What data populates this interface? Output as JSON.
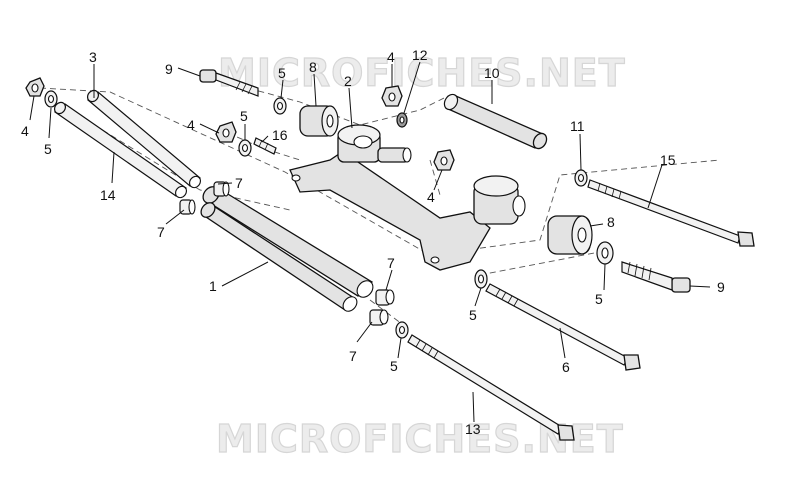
{
  "watermark": {
    "top": "MICROFICHES.NET",
    "bottom": "MICROFICHES.NET"
  },
  "callouts": [
    {
      "id": "c1",
      "label": "1"
    },
    {
      "id": "c2",
      "label": "2"
    },
    {
      "id": "c3",
      "label": "3"
    },
    {
      "id": "c4a",
      "label": "4"
    },
    {
      "id": "c4b",
      "label": "4"
    },
    {
      "id": "c4c",
      "label": "4"
    },
    {
      "id": "c4d",
      "label": "4"
    },
    {
      "id": "c5a",
      "label": "5"
    },
    {
      "id": "c5b",
      "label": "5"
    },
    {
      "id": "c5c",
      "label": "5"
    },
    {
      "id": "c5d",
      "label": "5"
    },
    {
      "id": "c5e",
      "label": "5"
    },
    {
      "id": "c5f",
      "label": "5"
    },
    {
      "id": "c6",
      "label": "6"
    },
    {
      "id": "c7a",
      "label": "7"
    },
    {
      "id": "c7b",
      "label": "7"
    },
    {
      "id": "c7c",
      "label": "7"
    },
    {
      "id": "c7d",
      "label": "7"
    },
    {
      "id": "c8a",
      "label": "8"
    },
    {
      "id": "c8b",
      "label": "8"
    },
    {
      "id": "c9a",
      "label": "9"
    },
    {
      "id": "c9b",
      "label": "9"
    },
    {
      "id": "c10",
      "label": "10"
    },
    {
      "id": "c11",
      "label": "11"
    },
    {
      "id": "c12",
      "label": "12"
    },
    {
      "id": "c13",
      "label": "13"
    },
    {
      "id": "c14",
      "label": "14"
    },
    {
      "id": "c15",
      "label": "15"
    },
    {
      "id": "c16",
      "label": "16"
    }
  ]
}
